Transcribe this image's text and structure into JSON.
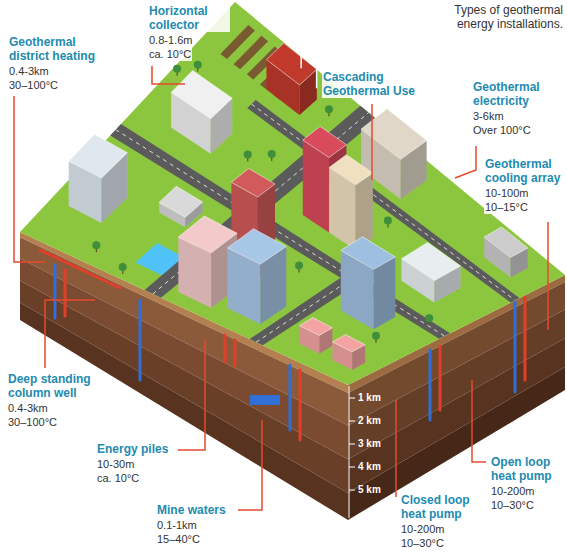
{
  "diagram": {
    "title": "Types of geothermal energy installations.",
    "labels": [
      "Geothermal district heating",
      "0.4-3km",
      "30–100°C",
      "Horizontal collector",
      "0.8-1.6m",
      "ca. 10°C",
      "Cascading Geothermal Use",
      "Geothermal electricity",
      "3-6km",
      "Over 100°C",
      "Geothermal cooling array",
      "10-100m",
      "10–15°C",
      "Deep standing column well",
      "0.4-3km",
      "30–100°C",
      "Energy piles",
      "10-30m",
      "ca. 10°C",
      "Mine waters",
      "0.1-1km",
      "15–40°C",
      "Closed loop heat pump",
      "10-200m",
      "10–30°C",
      "Open loop heat pump",
      "10-200m",
      "10–30°C",
      "1 km",
      "2 km",
      "3 km",
      "4 km",
      "5 km"
    ]
  }
}
